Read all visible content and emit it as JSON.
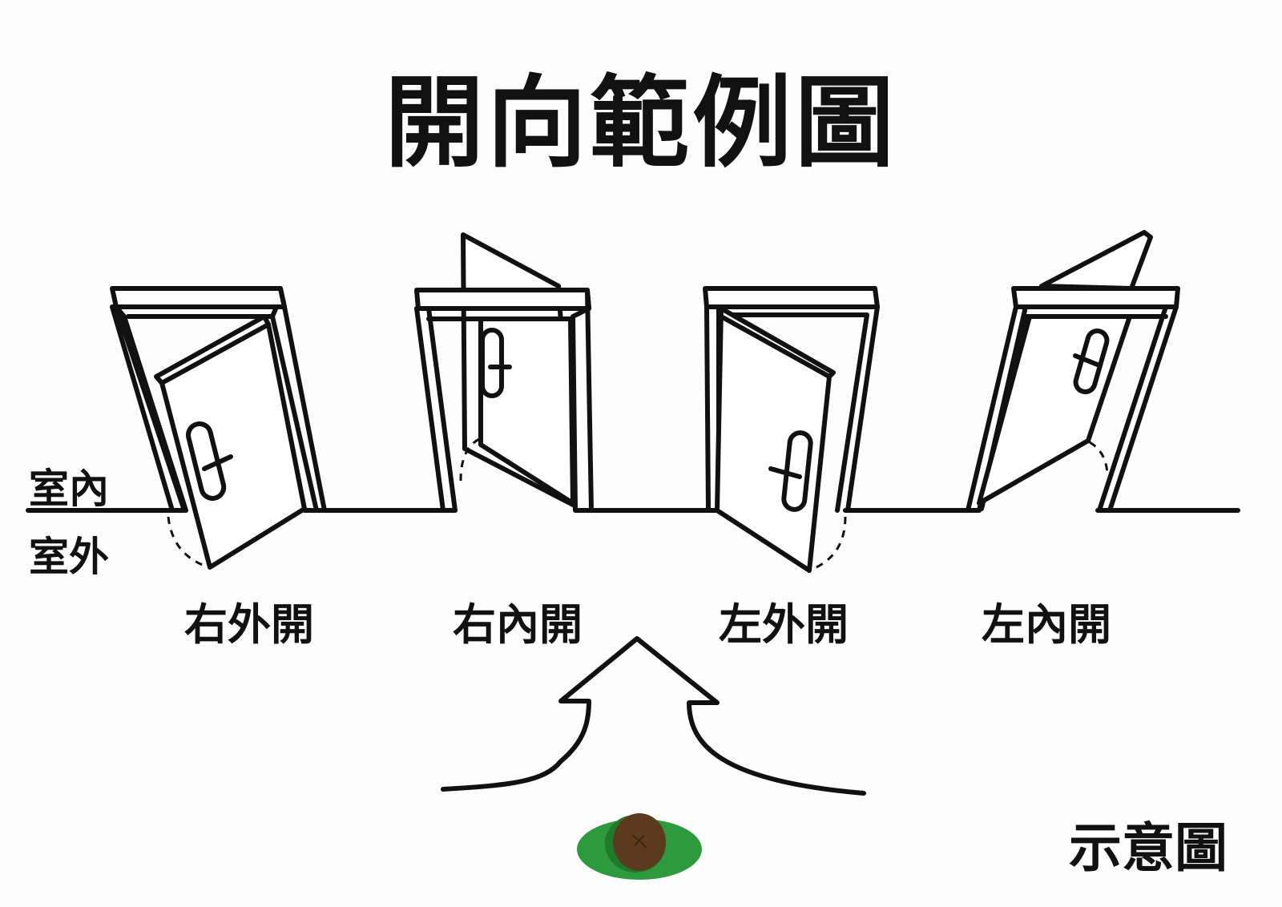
{
  "title": "開向範例圖",
  "sides": {
    "inside": "室內",
    "outside": "室外"
  },
  "doors": [
    {
      "label": "右外開"
    },
    {
      "label": "右內開"
    },
    {
      "label": "左外開"
    },
    {
      "label": "左內開"
    }
  ],
  "note": "示意圖",
  "colors": {
    "grass": "#2e9a3e",
    "head": "#5c3a1e",
    "line": "#111111"
  }
}
